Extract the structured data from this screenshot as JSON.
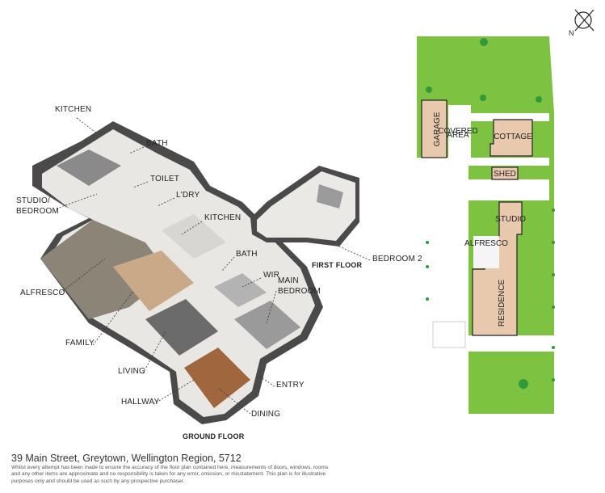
{
  "floorplan": {
    "ground_floor_title": "GROUND FLOOR",
    "first_floor_title": "FIRST FLOOR",
    "rooms": {
      "kitchen_upper": "KITCHEN",
      "bath_upper": "BATH",
      "toilet": "TOILET",
      "laundry": "L'DRY",
      "studio_bedroom_1": "STUDIO/",
      "studio_bedroom_2": "BEDROOM",
      "kitchen": "KITCHEN",
      "alfresco": "ALFRESCO",
      "bath": "BATH",
      "wir": "WIR",
      "main_bedroom_1": "MAIN",
      "main_bedroom_2": "BEDROOM",
      "family": "FAMILY",
      "living": "LIVING",
      "entry": "ENTRY",
      "hallway": "HALLWAY",
      "dining": "DINING",
      "bedroom_2": "BEDROOM 2"
    }
  },
  "site_plan": {
    "garage": "GARAGE",
    "covered_area_1": "COVERED",
    "covered_area_2": "AREA",
    "cottage": "COTTAGE",
    "shed": "SHED",
    "studio": "STUDIO",
    "alfresco": "ALFRESCO",
    "residence": "RESIDENCE",
    "compass": "N",
    "colors": {
      "lawn": "#7ec242",
      "building": "#e8c9ae",
      "tree": "#2f9a3a"
    }
  },
  "footer": {
    "address": "39 Main Street, Greytown, Wellington Region, 5712",
    "disclaimer": "Whilst every attempt has been made to ensure the accuracy of the floor plan contained here, measurements of doors, windows, rooms and any other items are approximate and no responsibility is taken for any error, omission, or misstatement. This plan is for illustrative purposes only and should be used as such by any prospective purchaser."
  }
}
